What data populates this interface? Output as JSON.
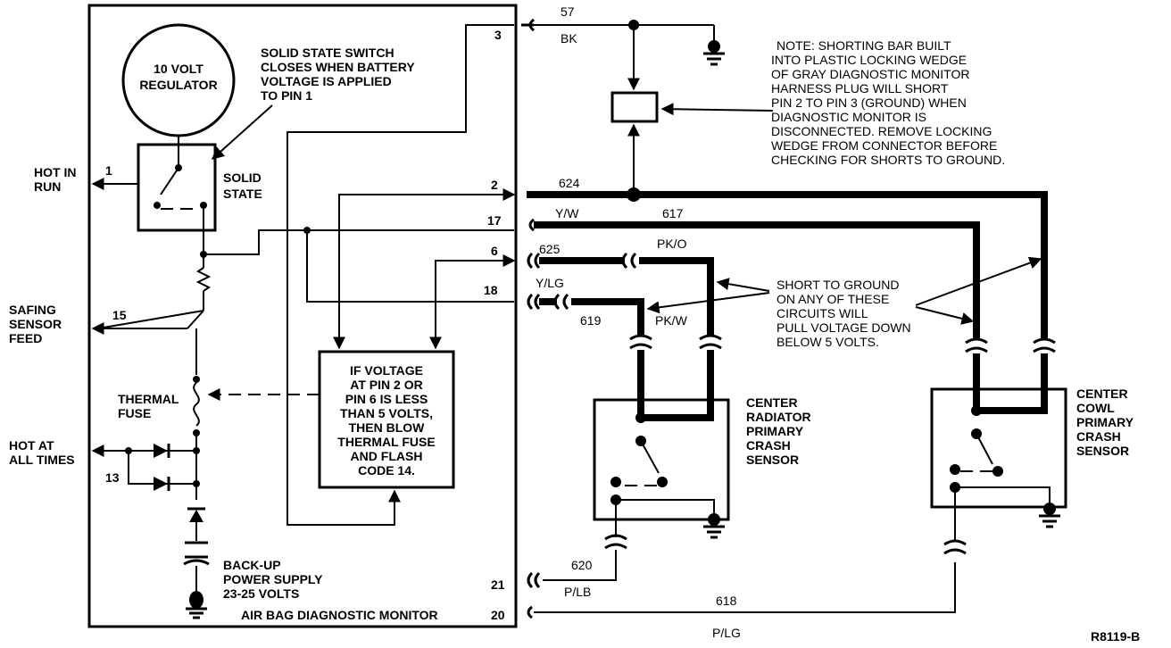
{
  "monitor": {
    "label": "AIR BAG DIAGNOSTIC MONITOR",
    "regulator": [
      "10 VOLT",
      "REGULATOR"
    ],
    "solid_state_label": [
      "SOLID",
      "STATE"
    ],
    "switch_note": [
      "SOLID STATE SWITCH",
      "CLOSES WHEN BATTERY",
      "VOLTAGE IS APPLIED",
      "TO PIN 1"
    ],
    "thermal_fuse": [
      "THERMAL",
      "FUSE"
    ],
    "logic_box": [
      "IF VOLTAGE",
      "AT PIN 2 OR",
      "PIN 6 IS LESS",
      "THAN 5 VOLTS,",
      "THEN BLOW",
      "THERMAL FUSE",
      "AND FLASH",
      "CODE 14."
    ],
    "backup": [
      "BACK-UP",
      "POWER SUPPLY",
      "23-25 VOLTS"
    ]
  },
  "left_labels": {
    "hot_in_run": [
      "HOT IN",
      "RUN"
    ],
    "safing": [
      "SAFING",
      "SENSOR",
      "FEED"
    ],
    "hot_all_times": [
      "HOT AT",
      "ALL TIMES"
    ]
  },
  "pins": [
    "1",
    "15",
    "13",
    "3",
    "2",
    "17",
    "6",
    "18",
    "21",
    "20"
  ],
  "circuits": {
    "c57": "57",
    "bk": "BK",
    "c624": "624",
    "yw": "Y/W",
    "c617": "617",
    "c625": "625",
    "pko": "PK/O",
    "ylg": "Y/LG",
    "c619": "619",
    "pkw": "PK/W",
    "c620": "620",
    "plb": "P/LB",
    "c618": "618",
    "plg": "P/LG"
  },
  "note": [
    "NOTE: SHORTING BAR BUILT",
    "INTO PLASTIC LOCKING WEDGE",
    "OF GRAY DIAGNOSTIC MONITOR",
    "HARNESS PLUG WILL SHORT",
    "PIN 2 TO PIN 3 (GROUND) WHEN",
    "DIAGNOSTIC MONITOR IS",
    "DISCONNECTED. REMOVE LOCKING",
    "WEDGE FROM CONNECTOR BEFORE",
    "CHECKING FOR SHORTS TO GROUND."
  ],
  "short_note": [
    "SHORT TO GROUND",
    "ON ANY OF THESE",
    "CIRCUITS WILL",
    "PULL VOLTAGE DOWN",
    "BELOW 5 VOLTS."
  ],
  "sensors": {
    "radiator": [
      "CENTER",
      "RADIATOR",
      "PRIMARY",
      "CRASH",
      "SENSOR"
    ],
    "cowl": [
      "CENTER",
      "COWL",
      "PRIMARY",
      "CRASH",
      "SENSOR"
    ]
  },
  "figure_id": "R8119-B"
}
